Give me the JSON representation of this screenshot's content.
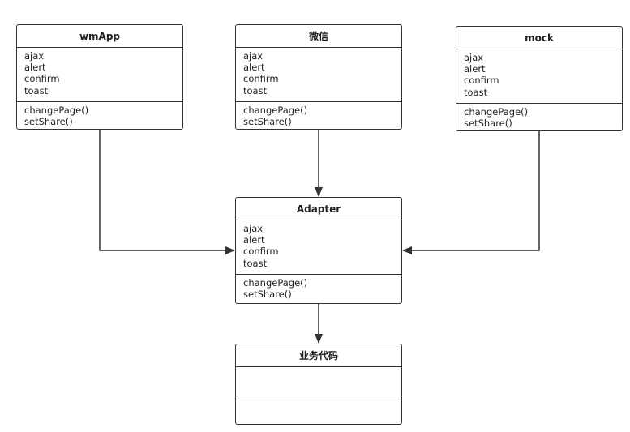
{
  "diagram": {
    "classes": {
      "wmapp": {
        "name": "wmApp",
        "attributes": [
          "ajax",
          "alert",
          "confirm",
          "toast"
        ],
        "operations": [
          "changePage()",
          "setShare()"
        ]
      },
      "wechat": {
        "name": "微信",
        "attributes": [
          "ajax",
          "alert",
          "confirm",
          "toast"
        ],
        "operations": [
          "changePage()",
          "setShare()"
        ]
      },
      "mock": {
        "name": "mock",
        "attributes": [
          "ajax",
          "alert",
          "confirm",
          "toast"
        ],
        "operations": [
          "changePage()",
          "setShare()"
        ]
      },
      "adapter": {
        "name": "Adapter",
        "attributes": [
          "ajax",
          "alert",
          "confirm",
          "toast"
        ],
        "operations": [
          "changePage()",
          "setShare()"
        ]
      },
      "business": {
        "name": "业务代码",
        "attributes": [],
        "operations": []
      }
    },
    "connections": [
      {
        "from": "wmapp",
        "to": "adapter"
      },
      {
        "from": "wechat",
        "to": "adapter"
      },
      {
        "from": "mock",
        "to": "adapter"
      },
      {
        "from": "adapter",
        "to": "business"
      }
    ],
    "colors": {
      "line": "#333333",
      "box_fill": "#ffffff",
      "text": "#222222"
    }
  }
}
